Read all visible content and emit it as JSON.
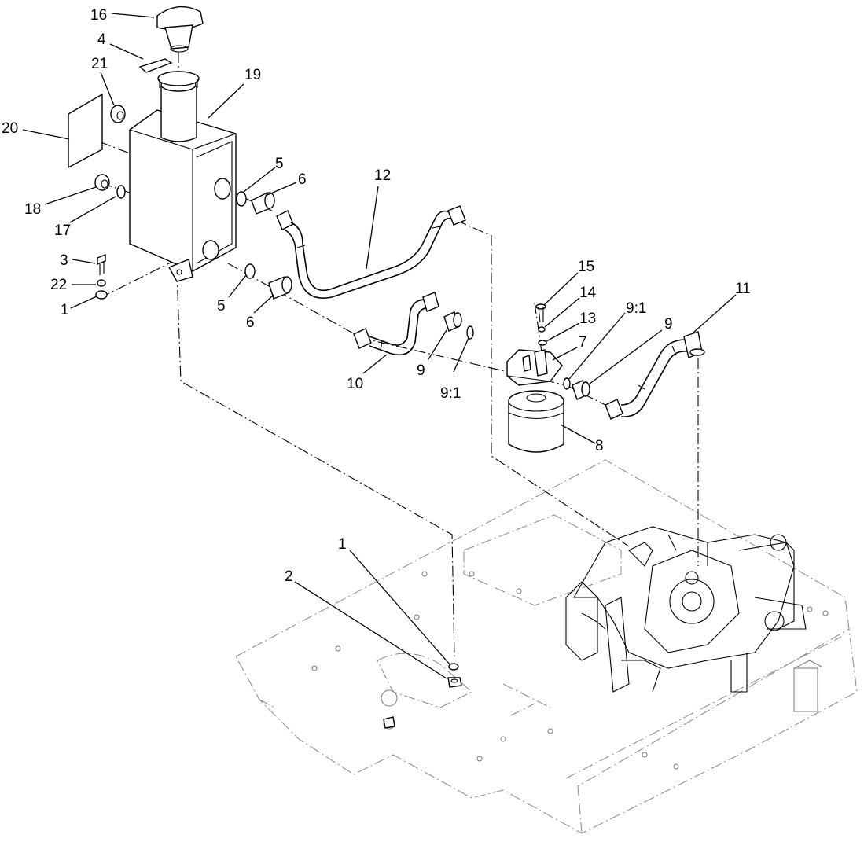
{
  "callouts": [
    {
      "id": "c16a",
      "text": "16"
    },
    {
      "id": "c4",
      "text": "4"
    },
    {
      "id": "c21",
      "text": "21"
    },
    {
      "id": "c19",
      "text": "19"
    },
    {
      "id": "c20",
      "text": "20"
    },
    {
      "id": "c5a",
      "text": "5"
    },
    {
      "id": "c6a",
      "text": "6"
    },
    {
      "id": "c12",
      "text": "12"
    },
    {
      "id": "c18",
      "text": "18"
    },
    {
      "id": "c17",
      "text": "17"
    },
    {
      "id": "c3",
      "text": "3"
    },
    {
      "id": "c22",
      "text": "22"
    },
    {
      "id": "c1a",
      "text": "1"
    },
    {
      "id": "c5b",
      "text": "5"
    },
    {
      "id": "c6b",
      "text": "6"
    },
    {
      "id": "c15",
      "text": "15"
    },
    {
      "id": "c14",
      "text": "14"
    },
    {
      "id": "c13",
      "text": "13"
    },
    {
      "id": "c7",
      "text": "7"
    },
    {
      "id": "c9_1a",
      "text": "9:1"
    },
    {
      "id": "c9a",
      "text": "9"
    },
    {
      "id": "c11",
      "text": "11"
    },
    {
      "id": "c10",
      "text": "10"
    },
    {
      "id": "c9b",
      "text": "9"
    },
    {
      "id": "c9_1b",
      "text": "9:1"
    },
    {
      "id": "c8",
      "text": "8"
    },
    {
      "id": "c1b",
      "text": "1"
    },
    {
      "id": "c2",
      "text": "2"
    }
  ]
}
